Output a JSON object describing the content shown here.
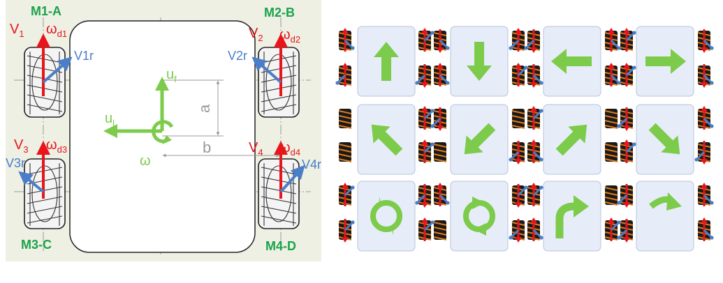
{
  "motors": {
    "m1": "M1-A",
    "m2": "M2-B",
    "m3": "M3-C",
    "m4": "M4-D"
  },
  "wheel_labels": {
    "v1": "V",
    "v1_sub": "1",
    "v2": "V",
    "v2_sub": "2",
    "v3": "V",
    "v3_sub": "3",
    "v4": "V",
    "v4_sub": "4",
    "wd1": "ω",
    "wd1_sub": "d1",
    "wd2": "ω",
    "wd2_sub": "d2",
    "wd3": "ω",
    "wd3_sub": "d3",
    "wd4": "ω",
    "wd4_sub": "d4",
    "v1r": "V1r",
    "v2r": "V2r",
    "v3r": "V3r",
    "v4r": "V4r"
  },
  "body_labels": {
    "uf": "u",
    "uf_sub": "f",
    "ul": "u",
    "ul_sub": "l",
    "omega": "ω",
    "a": "a",
    "b": "b"
  },
  "colors": {
    "green_label": "#1aa34a",
    "red": "#e8151a",
    "blue": "#4a7ec8",
    "light_green": "#7ccb4a",
    "tile_fill": "#e6ecf8",
    "tile_stroke": "#b9c4da",
    "left_bg": "#eef0e4"
  },
  "motion_grid": [
    [
      "arrow-up-icon",
      "arrow-down-icon",
      "arrow-left-icon",
      "arrow-right-icon"
    ],
    [
      "arrow-up-left-icon",
      "arrow-down-left-icon",
      "arrow-up-right-icon",
      "arrow-down-right-icon"
    ],
    [
      "rotate-ccw-icon",
      "rotate-cw-icon",
      "curve-right-icon",
      "arc-right-icon"
    ]
  ]
}
